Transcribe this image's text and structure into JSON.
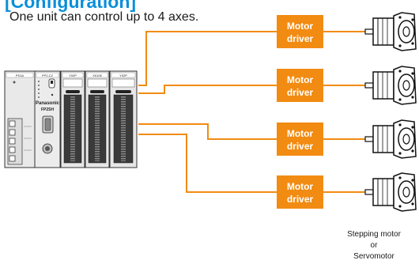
{
  "header": {
    "title": "[Configuration]",
    "subtitle": "One unit can control up to 4 axes."
  },
  "plc": {
    "brand": "Panasonic",
    "cpu_model": "FP2SH",
    "slot_labels": [
      "PS1A",
      "FP2-C2",
      "Y02P",
      "X0105",
      "Y02P"
    ]
  },
  "drivers": [
    {
      "label_line1": "Motor",
      "label_line2": "driver"
    },
    {
      "label_line1": "Motor",
      "label_line2": "driver"
    },
    {
      "label_line1": "Motor",
      "label_line2": "driver"
    },
    {
      "label_line1": "Motor",
      "label_line2": "driver"
    }
  ],
  "motor_caption": {
    "line1": "Stepping motor",
    "line2": "or",
    "line3": "Servomotor"
  },
  "colors": {
    "accent": "#0a8fd8",
    "driver_fill": "#f28b12",
    "connection_line": "#f28b12",
    "motor_stroke": "#111111"
  }
}
